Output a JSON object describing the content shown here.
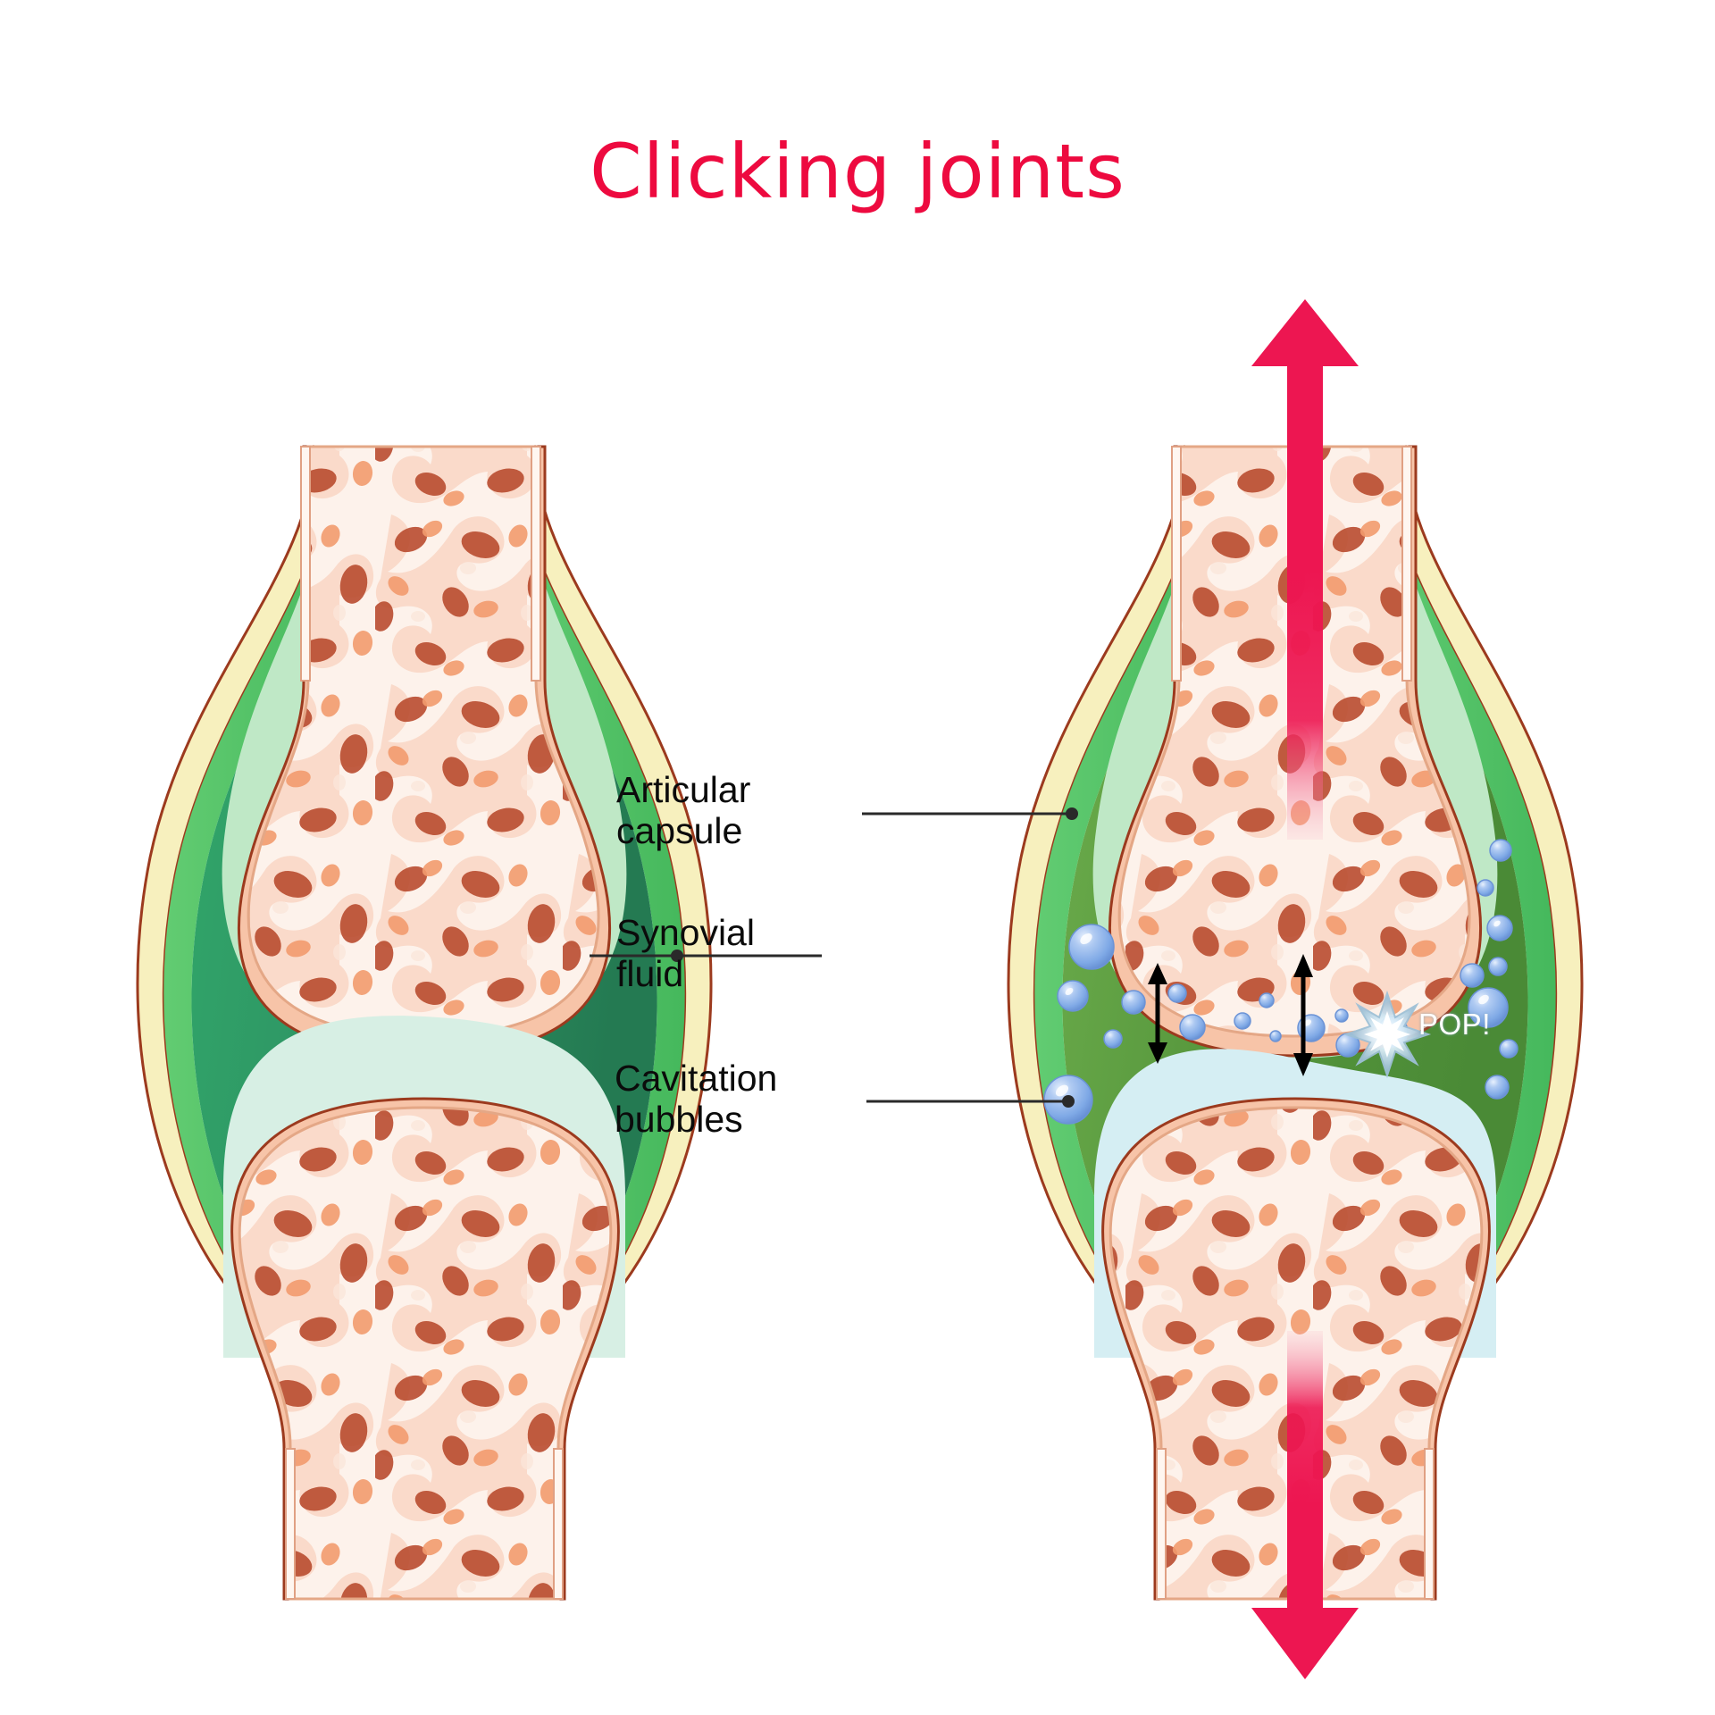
{
  "title": {
    "text": "Clicking joints",
    "color": "#ED0A3F"
  },
  "labels": {
    "articular_capsule": "Articular\ncapsule",
    "synovial_fluid": "Synovial\nfluid",
    "cavitation_bubbles": "Cavitation\nbubbles",
    "pop": "POP!"
  },
  "panels": {
    "left": {
      "name": "relaxed-joint",
      "traction": "none"
    },
    "right": {
      "name": "stretched-joint",
      "traction": "axial-distraction"
    }
  },
  "colors": {
    "title": "#ED0A3F",
    "outline": "#9C3A1E",
    "capsule_cream": "#F7F0BE",
    "synovial_membrane_green": "#5CC46A",
    "synovial_fluid_dark": "#2E9A63",
    "synovial_fluid_right": "#5C9E3E",
    "cartilage_light_green": "#BFE8C6",
    "cartilage_pale_blue": "#D2EEF2",
    "cortical_bone": "#F7C4A8",
    "marrow_bg": "#FDF1EA",
    "trabecula_dark": "#B84A2B",
    "trabecula_mid": "#F0A277",
    "bubble_blue": "#7BA8E8",
    "arrow_red": "#ED1651",
    "label_text": "#0b0b0b",
    "leader_line": "#2a2a2a"
  },
  "annotations": {
    "gap_arrows": [
      {
        "name": "joint-gap-arrow-left",
        "orientation": "vertical-double"
      },
      {
        "name": "joint-gap-arrow-right",
        "orientation": "vertical-double"
      }
    ],
    "traction_arrows": [
      {
        "name": "traction-arrow-up",
        "direction": "up"
      },
      {
        "name": "traction-arrow-down",
        "direction": "down"
      }
    ],
    "burst": {
      "name": "bubble-burst-star",
      "points": 12
    }
  },
  "bubbles": {
    "count": 22,
    "note": "cavitation gas bubbles suspended in synovial fluid of the stretched joint"
  }
}
